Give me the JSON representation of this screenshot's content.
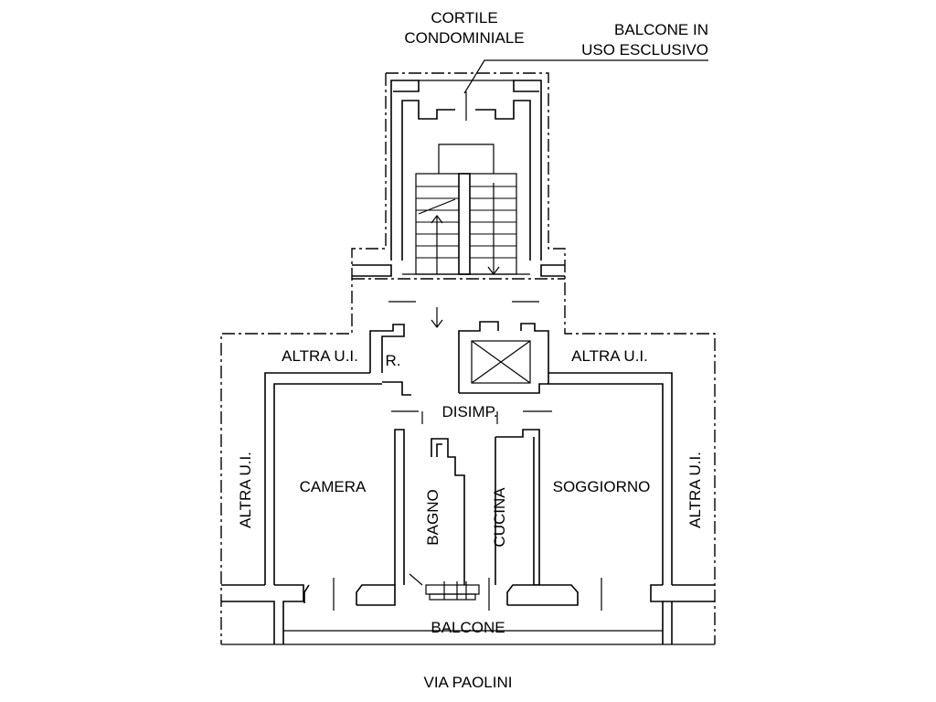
{
  "labels": {
    "cortile_line1": "CORTILE",
    "cortile_line2": "CONDOMINIALE",
    "balcone_uso_line1": "BALCONE IN",
    "balcone_uso_line2": "USO ESCLUSIVO",
    "altra_ui_top_left": "ALTRA U.I.",
    "altra_ui_top_right": "ALTRA U.I.",
    "altra_ui_left": "ALTRA U.I.",
    "altra_ui_right": "ALTRA U.I.",
    "ripostiglio": "R.",
    "disimpegno": "DISIMP.",
    "camera": "CAMERA",
    "bagno": "BAGNO",
    "cucina": "CUCINA",
    "soggiorno": "SOGGIORNO",
    "balcone": "BALCONE",
    "via": "VIA PAOLINI"
  }
}
